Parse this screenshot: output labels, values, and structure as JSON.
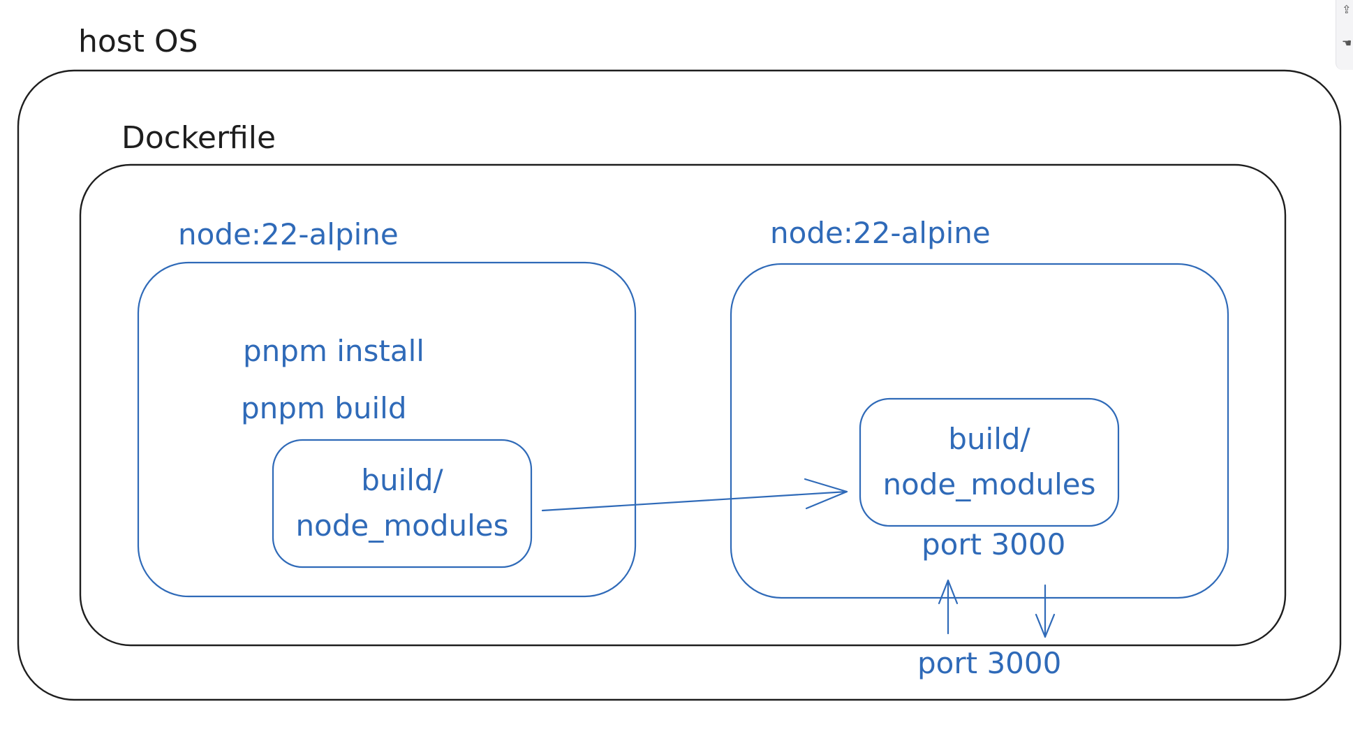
{
  "diagram": {
    "host_label": "host OS",
    "dockerfile_label": "Dockerfile",
    "left_stage": {
      "label": "node:22-alpine",
      "commands": [
        "pnpm install",
        "pnpm build"
      ],
      "artifact_lines": [
        "build/",
        "node_modules"
      ]
    },
    "right_stage": {
      "label": "node:22-alpine",
      "artifact_lines": [
        "build/",
        "node_modules"
      ],
      "port_label": "port 3000"
    },
    "host_port_label": "port 3000"
  },
  "colors": {
    "outline": "#1e1e1e",
    "accent": "#2f6ab8",
    "background": "#ffffff"
  },
  "toolbar_edge": {
    "icons": [
      "share-icon",
      "hand-icon"
    ]
  }
}
